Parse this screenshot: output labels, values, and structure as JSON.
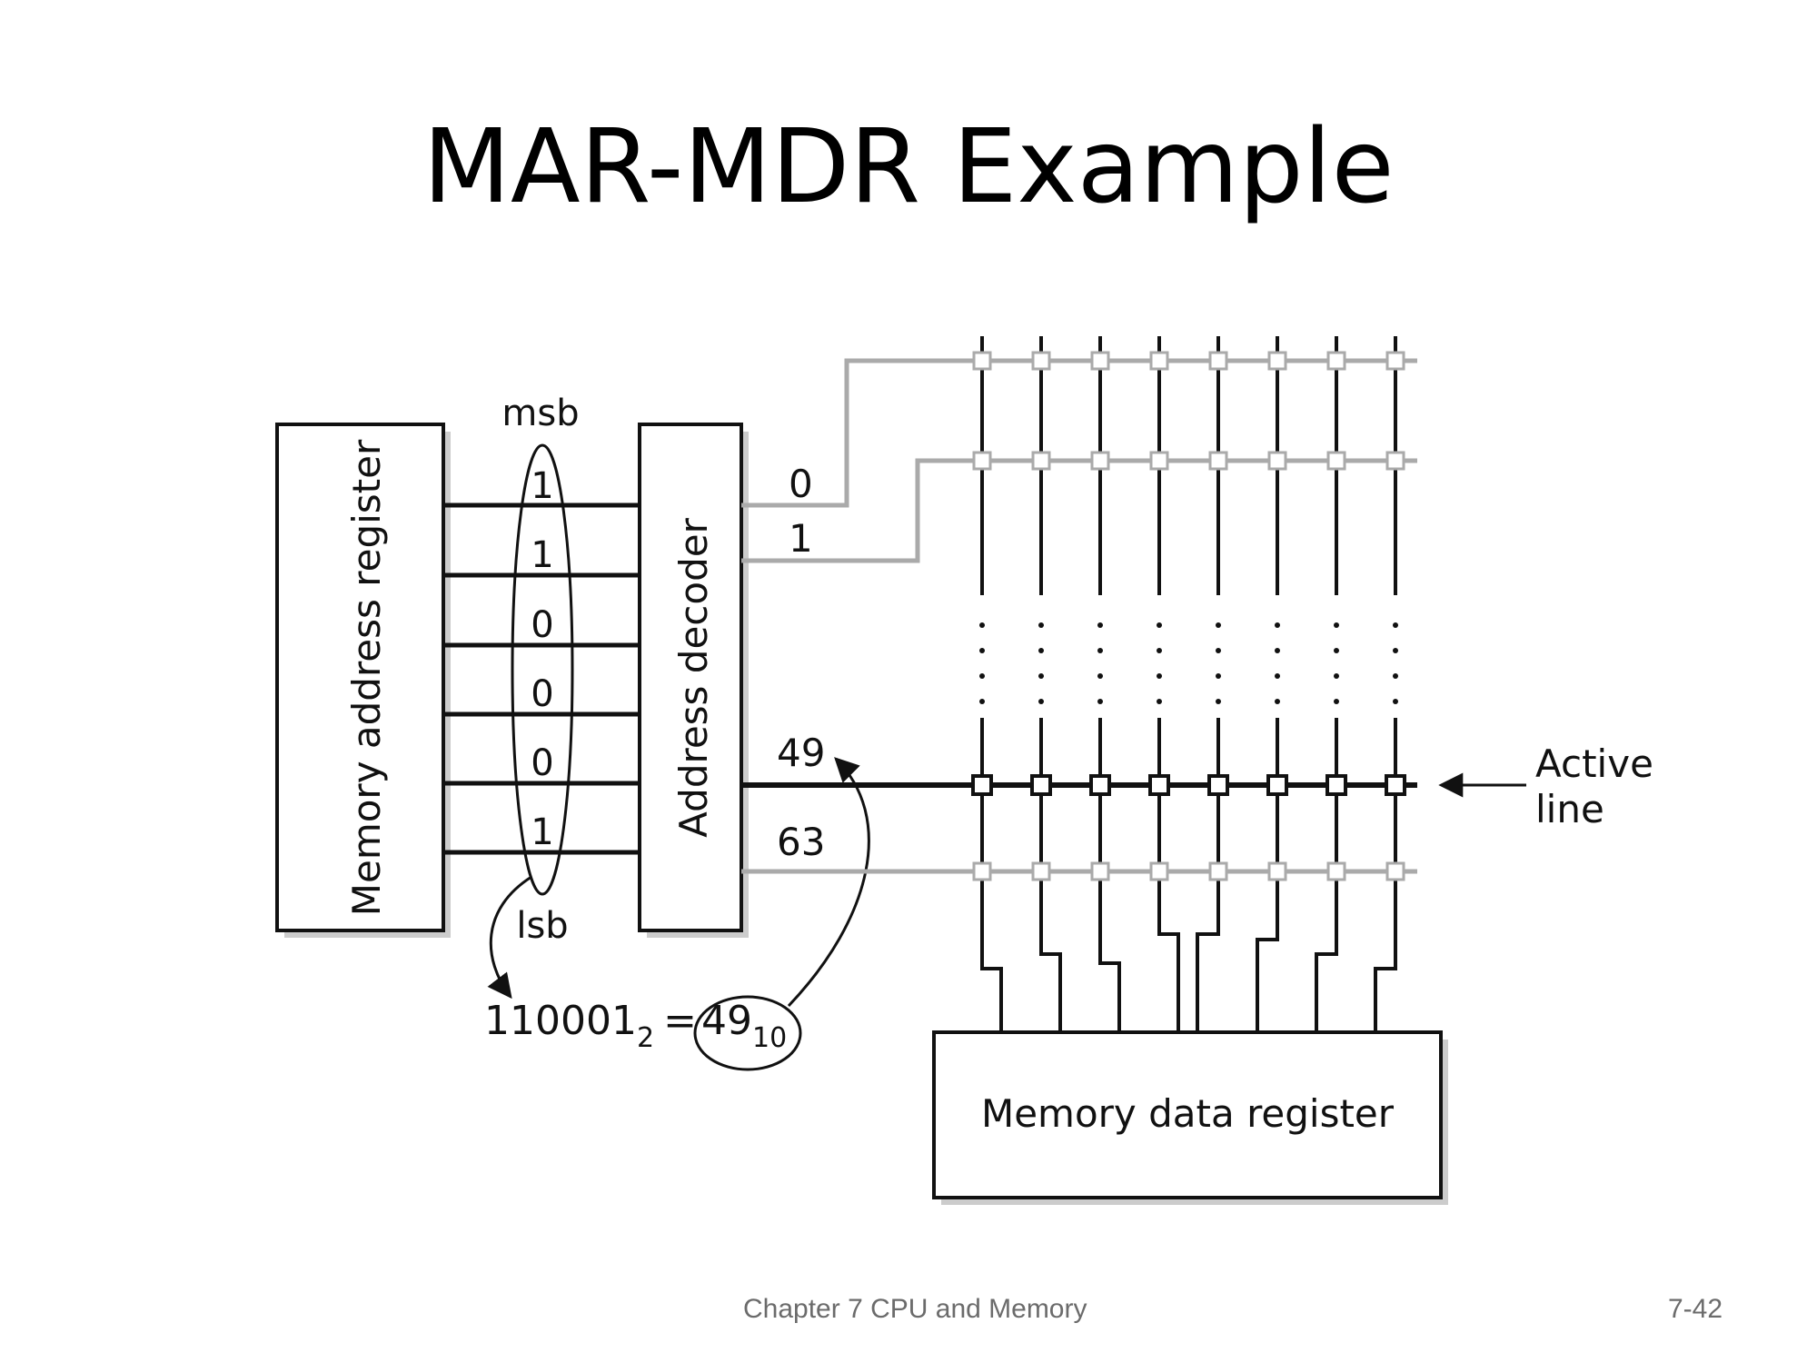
{
  "title": "MAR-MDR Example",
  "mar_label": "Memory address register",
  "decoder_label": "Address decoder",
  "mdr_label": "Memory data register",
  "msb_label": "msb",
  "lsb_label": "lsb",
  "bits": [
    "1",
    "1",
    "0",
    "0",
    "0",
    "1"
  ],
  "decoder_outputs": [
    "0",
    "1",
    "49",
    "63"
  ],
  "equation": {
    "binary": "110001",
    "binary_base": "2",
    "equals": "=",
    "decimal": "49",
    "decimal_base": "10"
  },
  "active_line_label": [
    "Active",
    "line"
  ],
  "footer": {
    "chapter": "Chapter 7 CPU and Memory",
    "page": "7-42"
  },
  "colors": {
    "active": "#111111",
    "inactive": "#aaaaaa",
    "box_shadow": "#cccccc"
  }
}
